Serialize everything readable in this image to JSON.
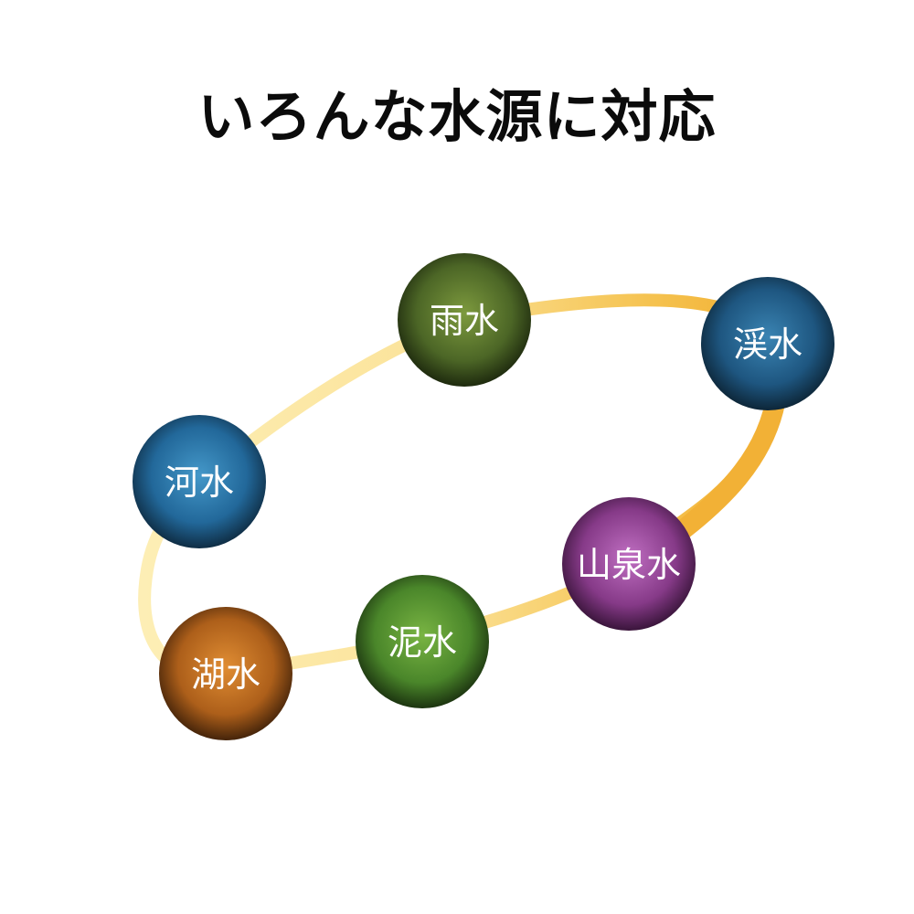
{
  "title": "いろんな水源に対応",
  "nodes": [
    {
      "label": "雨水",
      "color": "#4f6a2a"
    },
    {
      "label": "渓水",
      "color": "#1f5a83"
    },
    {
      "label": "河水",
      "color": "#2a6fa0"
    },
    {
      "label": "山泉水",
      "color": "#8b3d8e"
    },
    {
      "label": "泥水",
      "color": "#4e8a2c"
    },
    {
      "label": "湖水",
      "color": "#b8661c"
    }
  ],
  "ring_colors": {
    "light": "#fbe7a1",
    "dark": "#f2b136"
  }
}
